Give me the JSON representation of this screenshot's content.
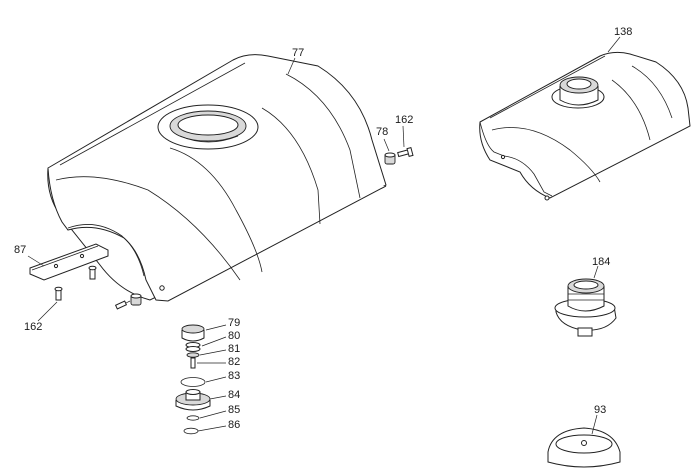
{
  "callouts": {
    "c77": "77",
    "c138": "138",
    "c78": "78",
    "c162a": "162",
    "c87": "87",
    "c162b": "162",
    "c184": "184",
    "c79": "79",
    "c80": "80",
    "c81": "81",
    "c82": "82",
    "c83": "83",
    "c84": "84",
    "c85": "85",
    "c86": "86",
    "c93": "93"
  }
}
